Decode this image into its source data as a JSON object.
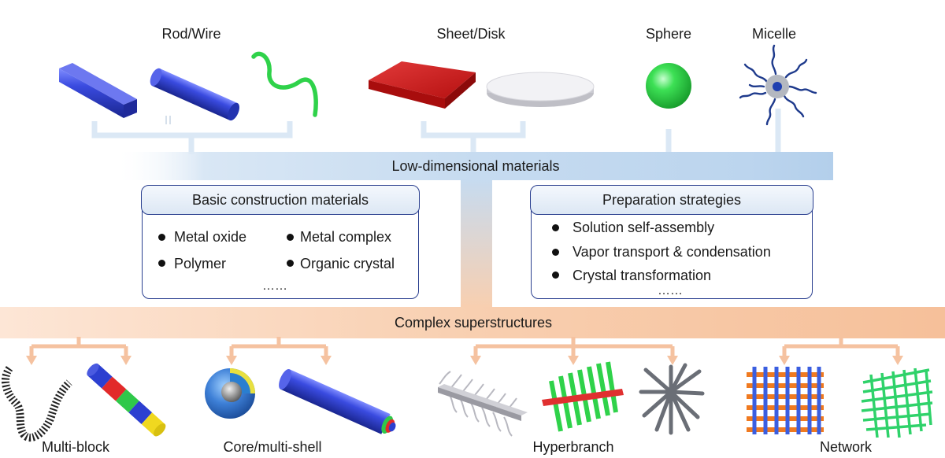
{
  "top_labels": {
    "rod_wire": "Rod/Wire",
    "sheet_disk": "Sheet/Disk",
    "sphere": "Sphere",
    "micelle": "Micelle"
  },
  "center_bars": {
    "low_dimensional": "Low-dimensional materials",
    "complex": "Complex superstructures"
  },
  "basic_box": {
    "title": "Basic construction materials",
    "items": [
      "Metal oxide",
      "Metal complex",
      "Polymer",
      "Organic crystal"
    ],
    "more": "……"
  },
  "prep_box": {
    "title": "Preparation strategies",
    "items": [
      "Solution self-assembly",
      "Vapor transport & condensation",
      "Crystal transformation"
    ],
    "more": "……"
  },
  "bottom_labels": {
    "multi_block": "Multi-block",
    "core_shell": "Core/multi-shell",
    "hyperbranch": "Hyperbranch",
    "network": "Network"
  },
  "colors": {
    "blue_band": "#c9dcef",
    "orange_band": "#f7c6a3",
    "box_border": "#2a3f8f",
    "rod_blue": "#2f3fc4",
    "sheet_red": "#d42020",
    "green": "#2fcf4a"
  }
}
